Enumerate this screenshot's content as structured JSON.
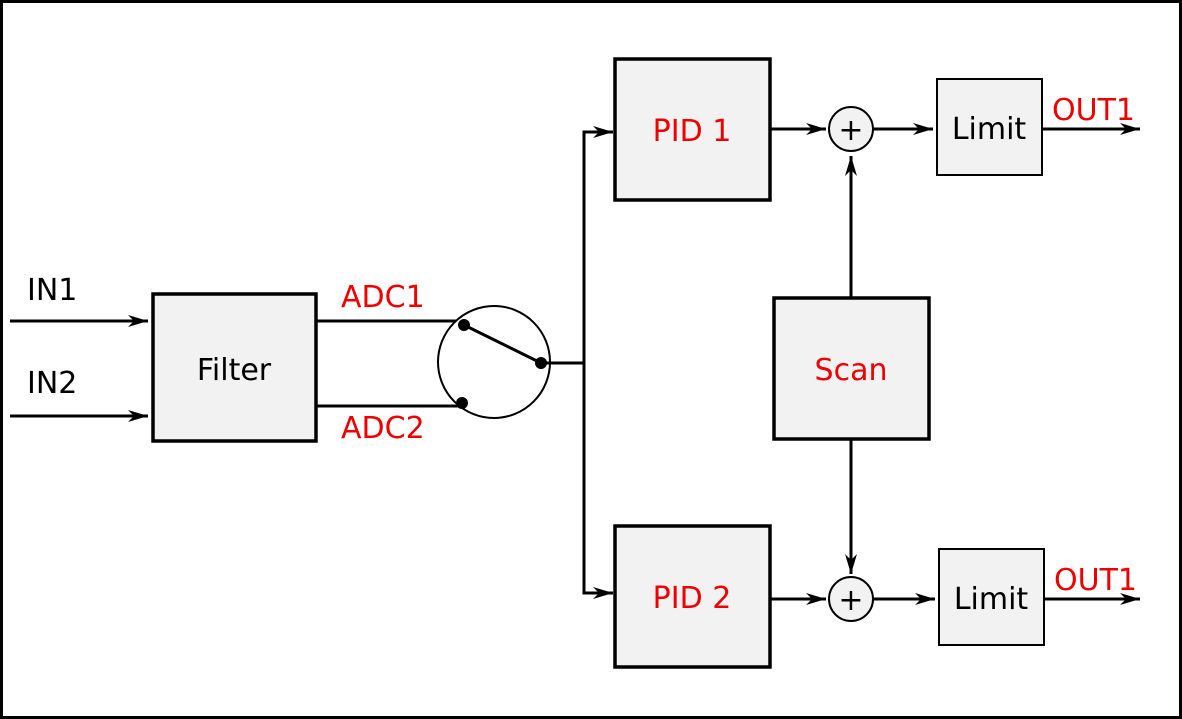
{
  "colors": {
    "highlight": "#ee0000",
    "text": "#000000",
    "block_fill": "#f2f2f2",
    "line": "#000000"
  },
  "inputs": {
    "in1": "IN1",
    "in2": "IN2"
  },
  "blocks": {
    "filter": "Filter",
    "pid1": "PID 1",
    "pid2": "PID 2",
    "scan": "Scan",
    "limit_top": "Limit",
    "limit_bottom": "Limit"
  },
  "signals": {
    "adc1": "ADC1",
    "adc2": "ADC2"
  },
  "outputs": {
    "out_top": "OUT1",
    "out_bottom": "OUT1"
  },
  "summers": {
    "top": "+",
    "bottom": "+"
  }
}
